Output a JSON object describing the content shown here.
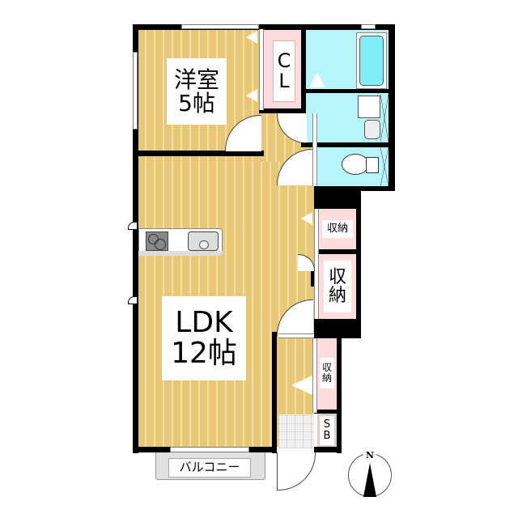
{
  "floorplan": {
    "rooms": {
      "western_room": {
        "label": "洋室",
        "size": "5帖"
      },
      "closet": {
        "label_line1": "C",
        "label_line2": "L"
      },
      "ldk": {
        "label": "LDK",
        "size": "12帖"
      },
      "storage_small": {
        "label": "収納"
      },
      "storage_large": {
        "label_line1": "収",
        "label_line2": "納"
      },
      "storage_entry": {
        "label_line1": "収",
        "label_line2": "納"
      },
      "shoe_box": {
        "label_line1": "S",
        "label_line2": "B"
      },
      "balcony": {
        "label": "バルコニー"
      }
    },
    "compass": {
      "label": "N"
    },
    "colors": {
      "wood": "#e8c877",
      "wet_area": "#b8f5fb",
      "storage": "#fcdcdc",
      "wall": "#000000"
    }
  }
}
